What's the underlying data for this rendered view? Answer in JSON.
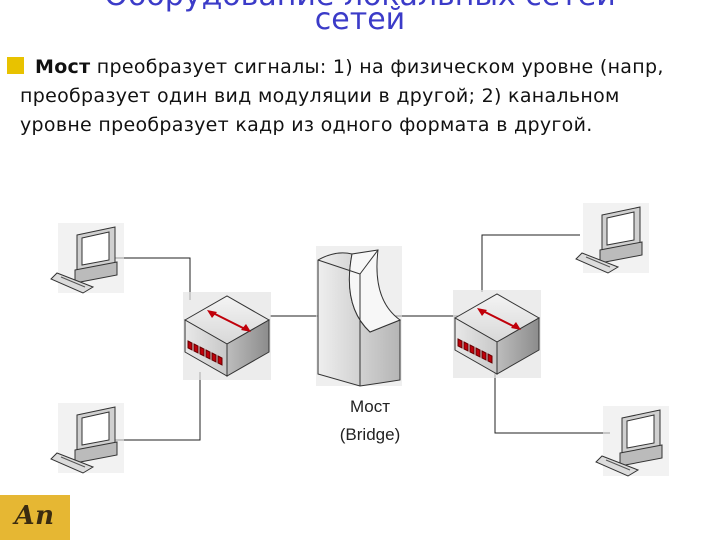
{
  "title": {
    "line1": "Оборудование локальных сетей",
    "line2": "сетей"
  },
  "bullet": {
    "term": "Мост",
    "text": " преобразует сигналы: 1) на физическом уровне (напр, преобразует один вид модуляции в другой; 2) канальном уровне преобразует кадр из одного формата в другой."
  },
  "diagram": {
    "caption_line1": "Мост",
    "caption_line2": "(Bridge)",
    "icons": [
      "computer-icon",
      "hub-icon",
      "bridge-icon",
      "computer-icon",
      "hub-icon",
      "computer-icon",
      "computer-icon"
    ]
  },
  "colors": {
    "title": "#3b3bc8",
    "bullet": "#e8c200",
    "logo_bg": "#e6b733",
    "port_red": "#c0000a"
  },
  "logo": {
    "text": "Ап"
  }
}
